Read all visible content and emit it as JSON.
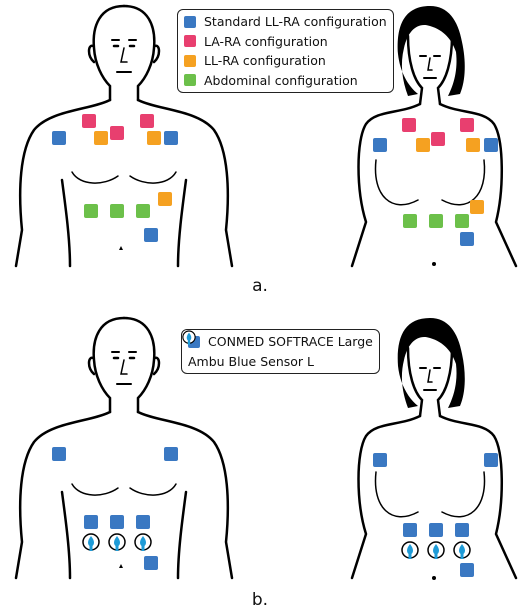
{
  "panel_a": {
    "caption": "a.",
    "legend": [
      {
        "label": "Standard LL-RA configuration",
        "color": "#3a78c2"
      },
      {
        "label": "LA-RA configuration",
        "color": "#e83f6f"
      },
      {
        "label": "LL-RA configuration",
        "color": "#f5a121"
      },
      {
        "label": "Abdominal configuration",
        "color": "#6cc04a"
      }
    ]
  },
  "panel_b": {
    "caption": "b.",
    "legend": [
      {
        "label": "CONMED SOFTRACE Large",
        "color": "#3a78c2",
        "icon": "square-electrode-icon"
      },
      {
        "label": "Ambu Blue Sensor L",
        "color": "#1e9bd7",
        "icon": "round-sensor-icon"
      }
    ]
  },
  "colors": {
    "outline": "#000000",
    "female_hair": "#000000"
  }
}
